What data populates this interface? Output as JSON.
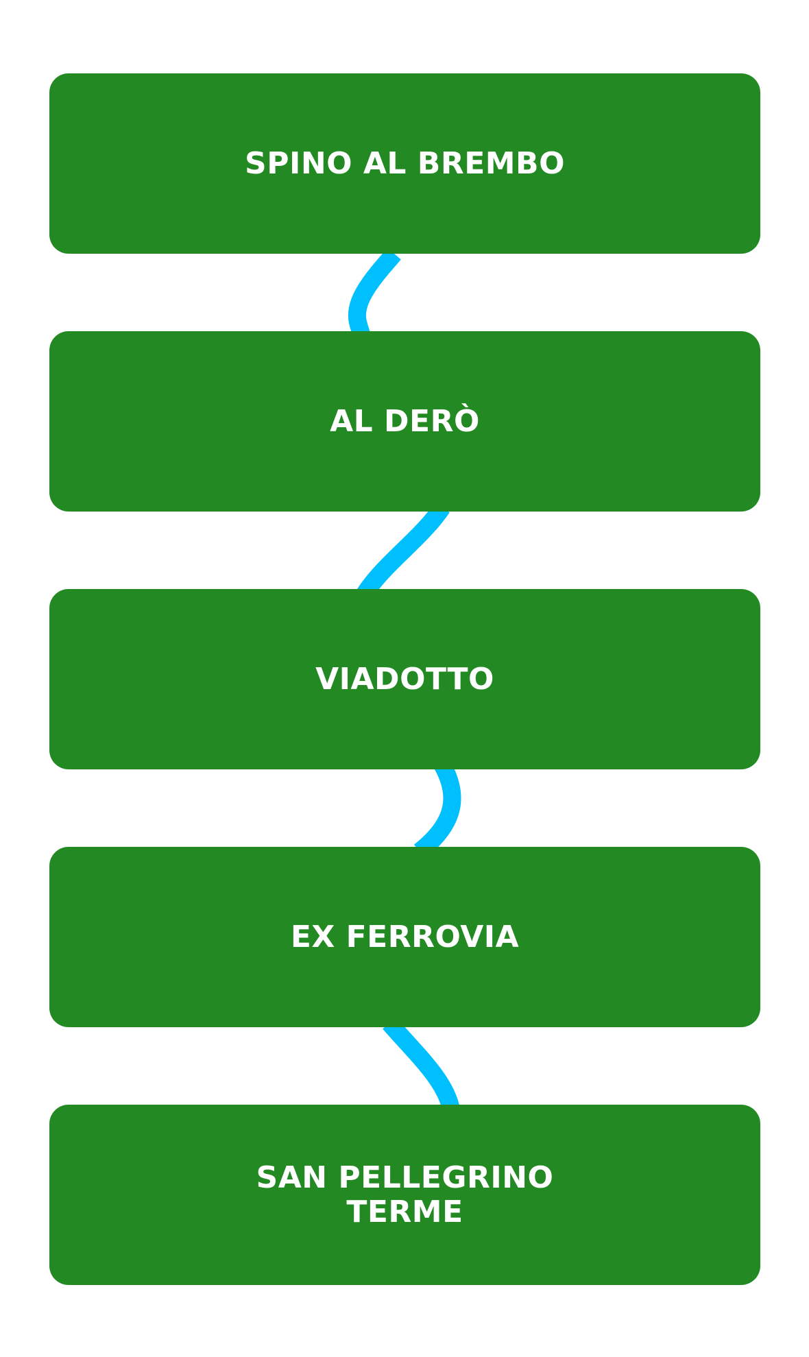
{
  "colors": {
    "box": "#238A23",
    "text": "#ffffff",
    "connector": "#00BFFF",
    "background": "#ffffff"
  },
  "stages": [
    {
      "label": "SPINO AL BREMBO"
    },
    {
      "label": "AL DERÒ"
    },
    {
      "label": "VIADOTTO"
    },
    {
      "label": "EX FERROVIA"
    },
    {
      "label": "SAN PELLEGRINO TERME"
    }
  ]
}
